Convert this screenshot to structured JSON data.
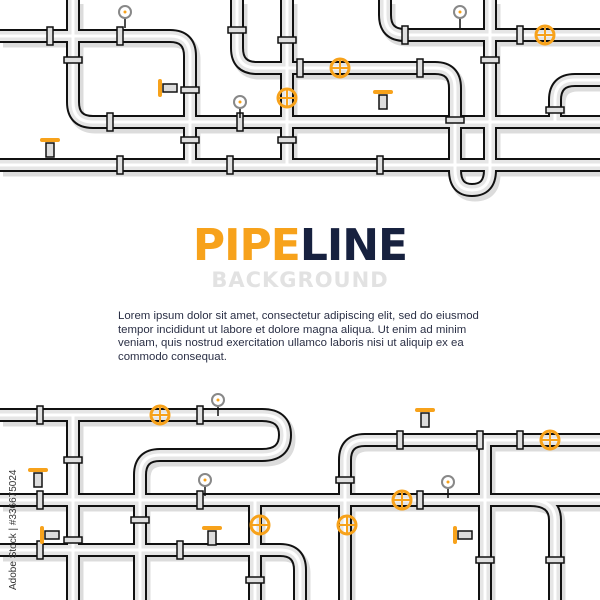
{
  "title": {
    "part1": "PIPE",
    "part2": "LINE"
  },
  "subtitle": "BACKGROUND",
  "body_text": "Lorem ipsum dolor sit amet, consectetur adipiscing elit, sed do eiusmod tempor incididunt ut labore et dolore magna aliqua. Ut enim ad minim veniam, quis nostrud exercitation ullamco laboris nisi ut aliquip ex ea commodo consequat.",
  "watermark": "Adobe Stock | #336675024",
  "colors": {
    "accent": "#f7a21b",
    "dark": "#17213f",
    "pipe": "#e6e6e6",
    "outline": "#111111",
    "subtitle": "#e2e2e2"
  }
}
